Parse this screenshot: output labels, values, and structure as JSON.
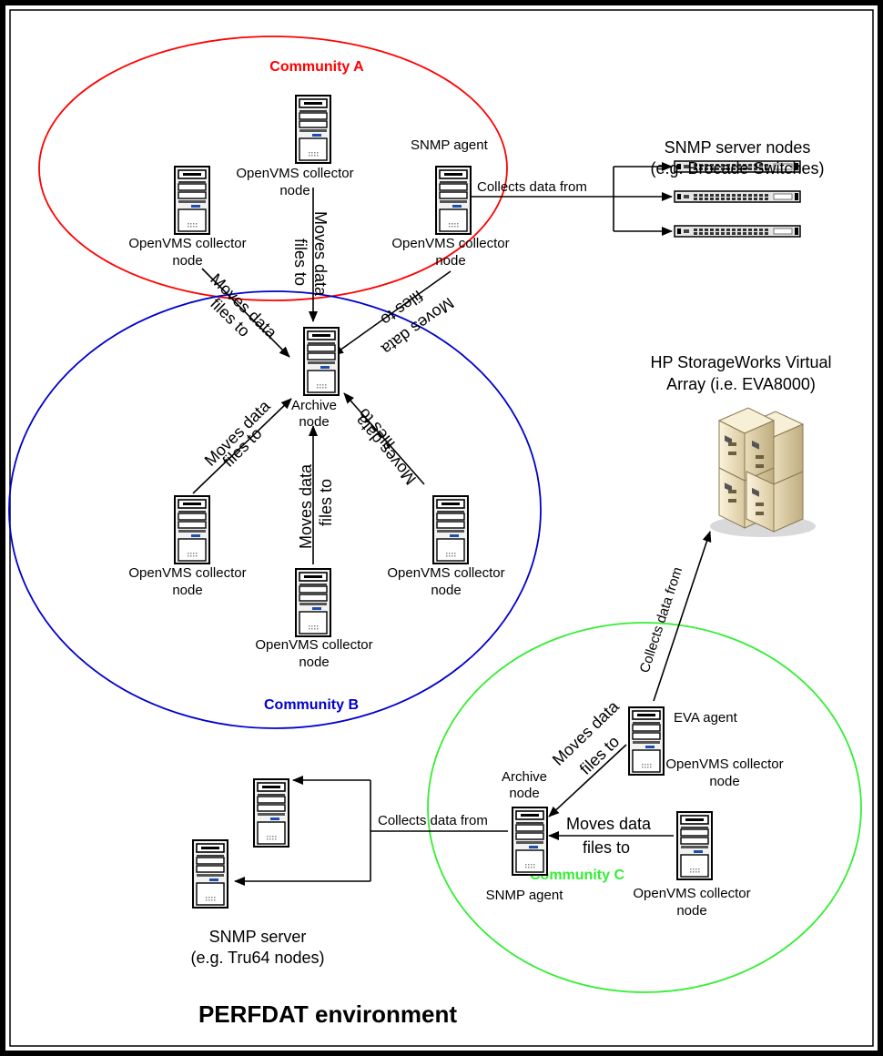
{
  "title": "PERFDAT environment",
  "colors": {
    "community_a": "#ff0000",
    "community_b": "#0000cc",
    "community_c": "#33ee33",
    "arrows": "#000000"
  },
  "communities": {
    "a": "Community A",
    "b": "Community B",
    "c": "Community C"
  },
  "nodes": {
    "collector_top": [
      "OpenVMS collector",
      "node"
    ],
    "collector_left_a": [
      "OpenVMS collector",
      "node"
    ],
    "collector_right_a": [
      "OpenVMS collector",
      "node"
    ],
    "snmp_agent_a": "SNMP agent",
    "archive_b": [
      "Archive",
      "node"
    ],
    "collector_b_left": [
      "OpenVMS collector",
      "node"
    ],
    "collector_b_bottom": [
      "OpenVMS collector",
      "node"
    ],
    "collector_b_right": [
      "OpenVMS collector",
      "node"
    ],
    "eva_agent": "EVA agent",
    "collector_c_eva": [
      "OpenVMS collector",
      "node"
    ],
    "archive_c": [
      "Archive",
      "node"
    ],
    "snmp_agent_c": "SNMP agent",
    "collector_c_bottom": [
      "OpenVMS collector",
      "node"
    ]
  },
  "snmp_server_nodes": [
    "SNMP server nodes",
    "(e.g. Brocade Switches)"
  ],
  "storage_array": [
    "HP StorageWorks Virtual",
    "Array (i.e. EVA8000)"
  ],
  "snmp_server": [
    "SNMP server",
    "(e.g. Tru64 nodes)"
  ],
  "edges": {
    "moves_data": [
      "Moves data",
      "files to"
    ],
    "collects_data_from": "Collects data from"
  }
}
